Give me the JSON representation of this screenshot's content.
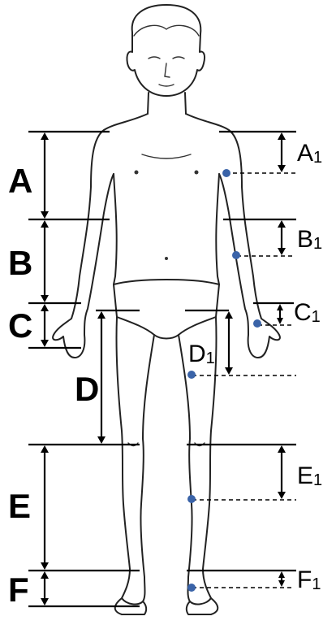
{
  "segments_left": [
    {
      "id": "a",
      "label": "A"
    },
    {
      "id": "b",
      "label": "B"
    },
    {
      "id": "c",
      "label": "C"
    },
    {
      "id": "d",
      "label": "D"
    },
    {
      "id": "e",
      "label": "E"
    },
    {
      "id": "f",
      "label": "F"
    }
  ],
  "segments_right": [
    {
      "id": "a1",
      "label": "A",
      "sub": "1"
    },
    {
      "id": "b1",
      "label": "B",
      "sub": "1"
    },
    {
      "id": "c1",
      "label": "C",
      "sub": "1"
    },
    {
      "id": "d1",
      "label": "D",
      "sub": "1"
    },
    {
      "id": "e1",
      "label": "E",
      "sub": "1"
    },
    {
      "id": "f1",
      "label": "F",
      "sub": "1"
    }
  ],
  "colors": {
    "marker": "#3a63a8",
    "line": "#000000"
  }
}
